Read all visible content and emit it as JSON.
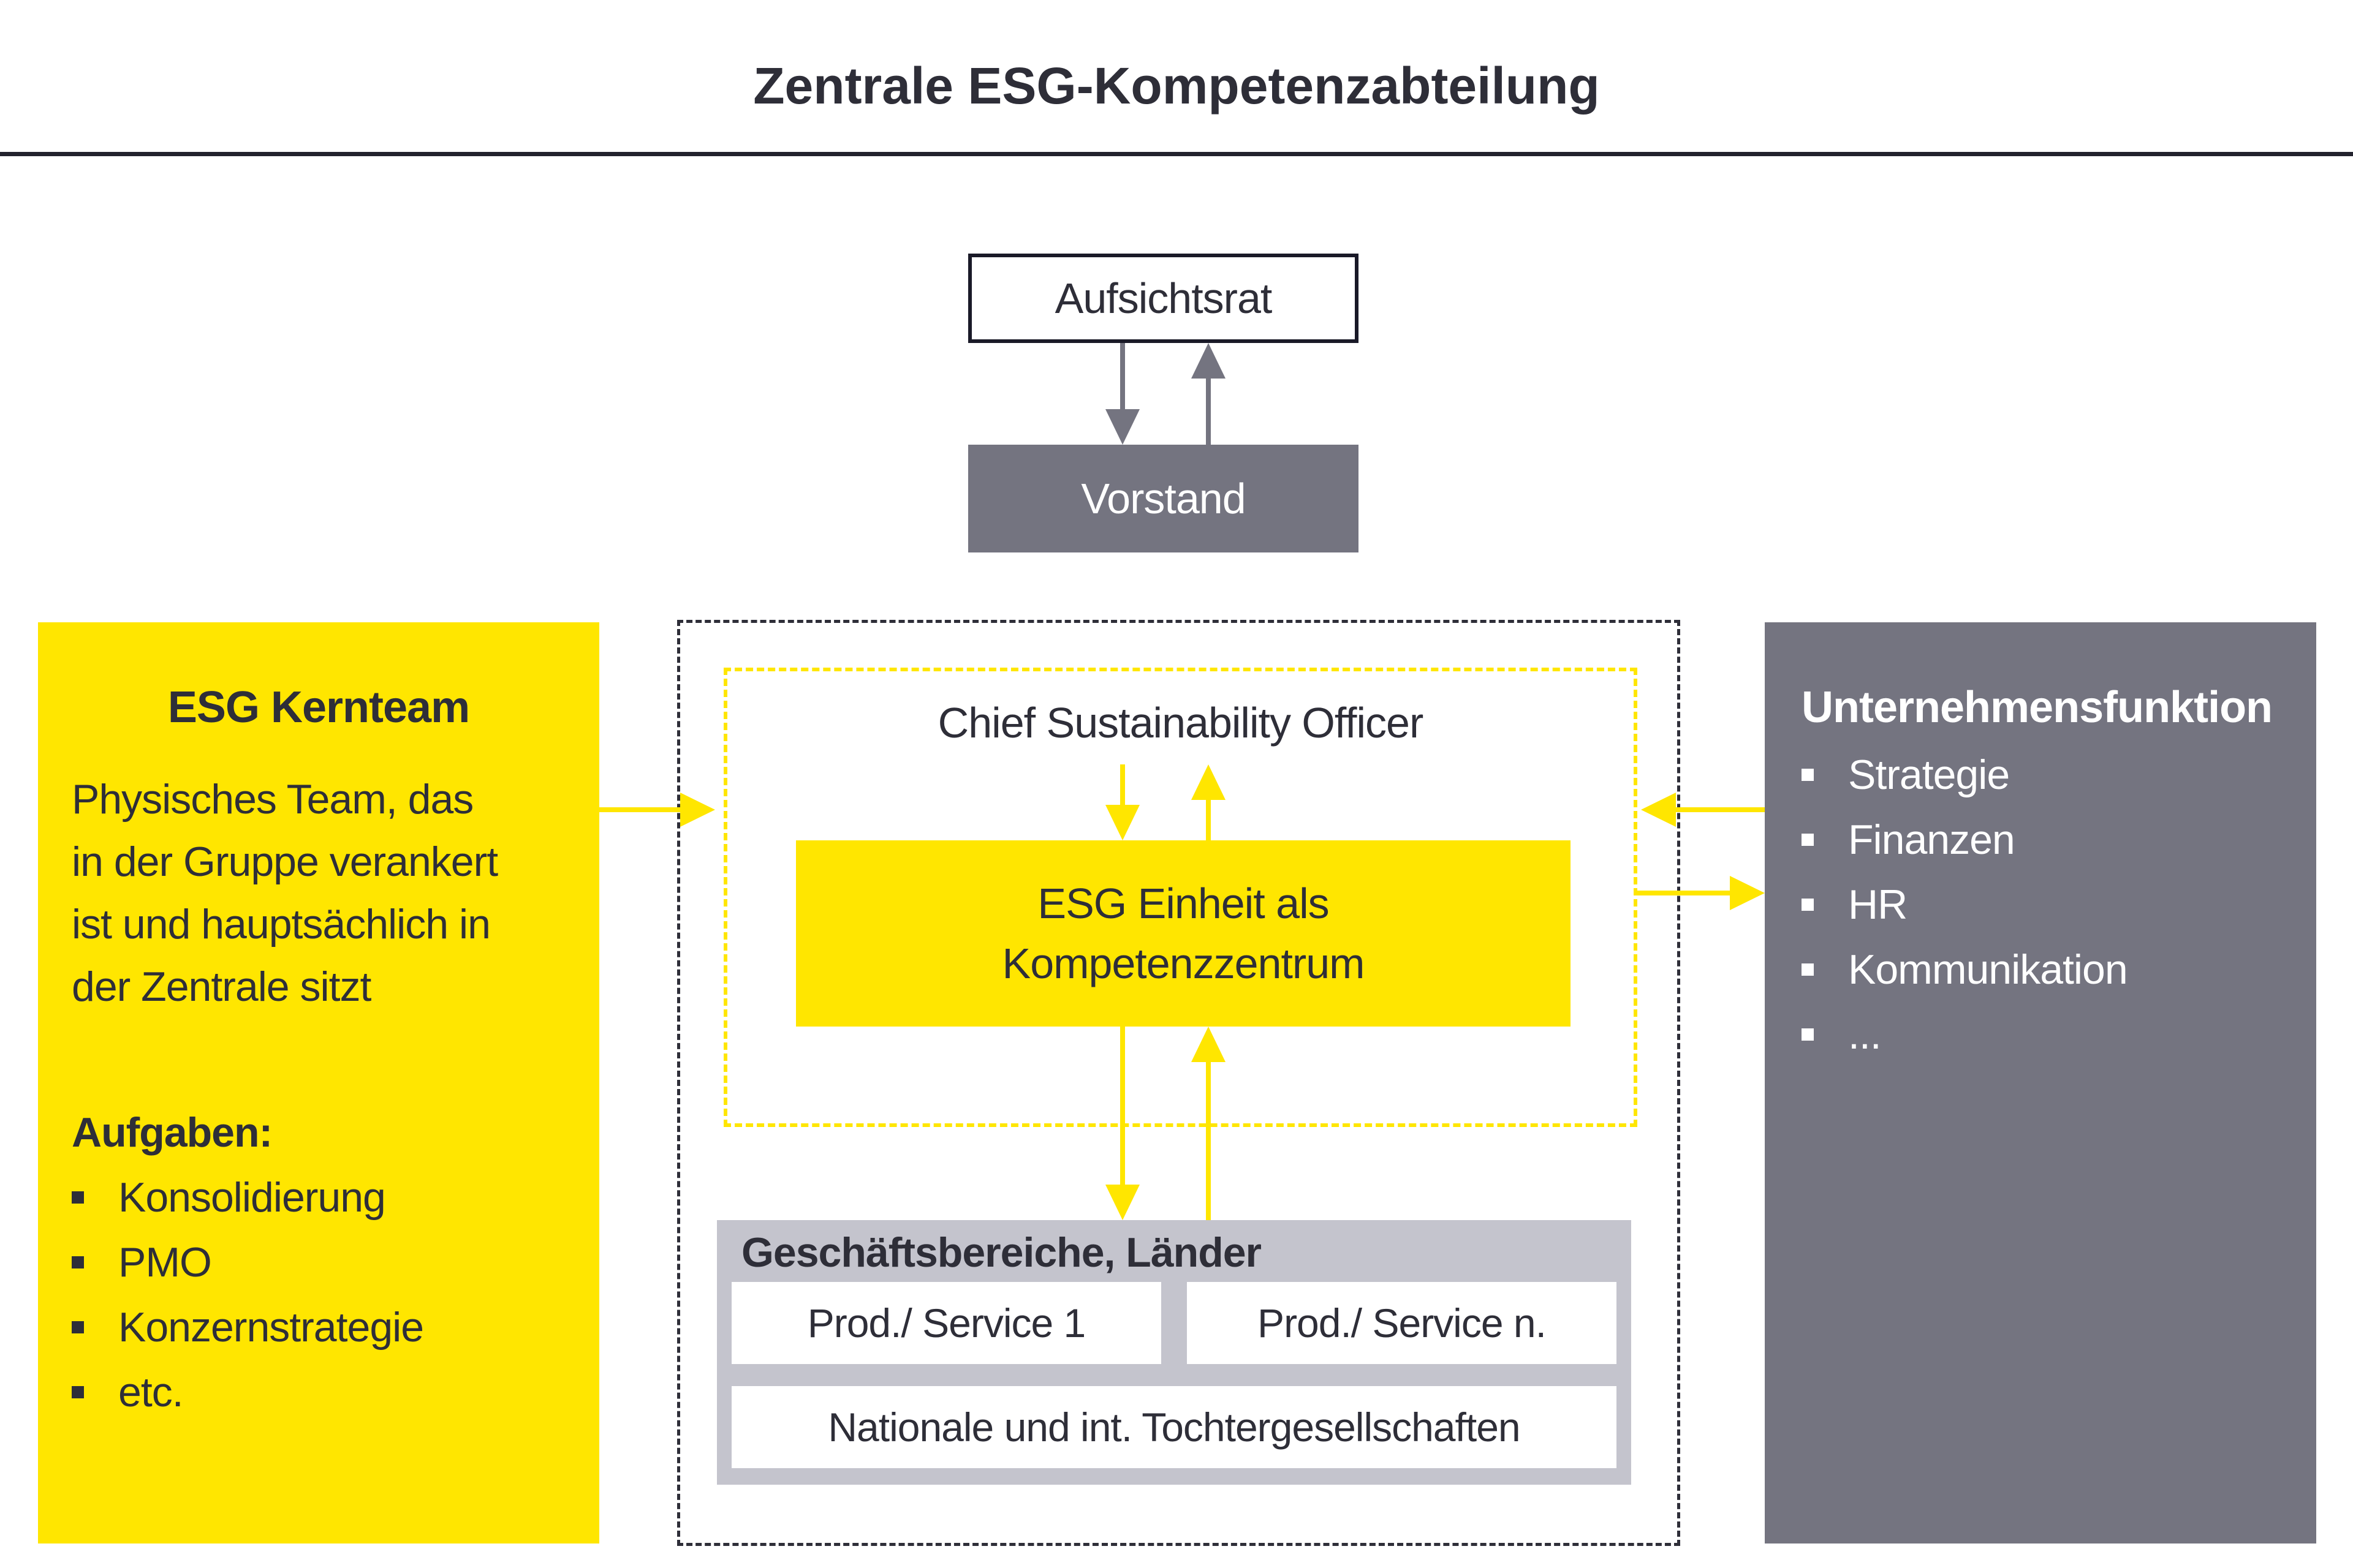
{
  "title": "Zentrale ESG-Kompetenzabteilung",
  "org": {
    "aufsichtsrat": "Aufsichtsrat",
    "vorstand": "Vorstand"
  },
  "left_panel": {
    "heading": "ESG Kernteam",
    "description_lines": [
      "Physisches Team, das",
      "in der Gruppe verankert",
      "ist und hauptsächlich in",
      "der Zentrale sitzt"
    ],
    "tasks_heading": "Aufgaben:",
    "tasks": [
      "Konsolidierung",
      "PMO",
      "Konzernstrategie",
      "etc."
    ]
  },
  "center_panel": {
    "cso_label": "Chief Sustainability Officer",
    "esg_unit_lines": [
      "ESG Einheit als",
      "Kompetenzzentrum"
    ],
    "business_box": {
      "heading": "Geschäftsbereiche, Länder",
      "items": [
        "Prod./ Service 1",
        "Prod./ Service n.",
        "Nationale und int. Tochtergesellschaften"
      ]
    }
  },
  "right_panel": {
    "heading": "Unternehmensfunktion",
    "items": [
      "Strategie",
      "Finanzen",
      "HR",
      "Kommunikation",
      "..."
    ]
  },
  "colors": {
    "yellow": "#FFE600",
    "dark": "#2E2E38",
    "mid_gray": "#747480",
    "light_gray": "#C4C4CD"
  }
}
